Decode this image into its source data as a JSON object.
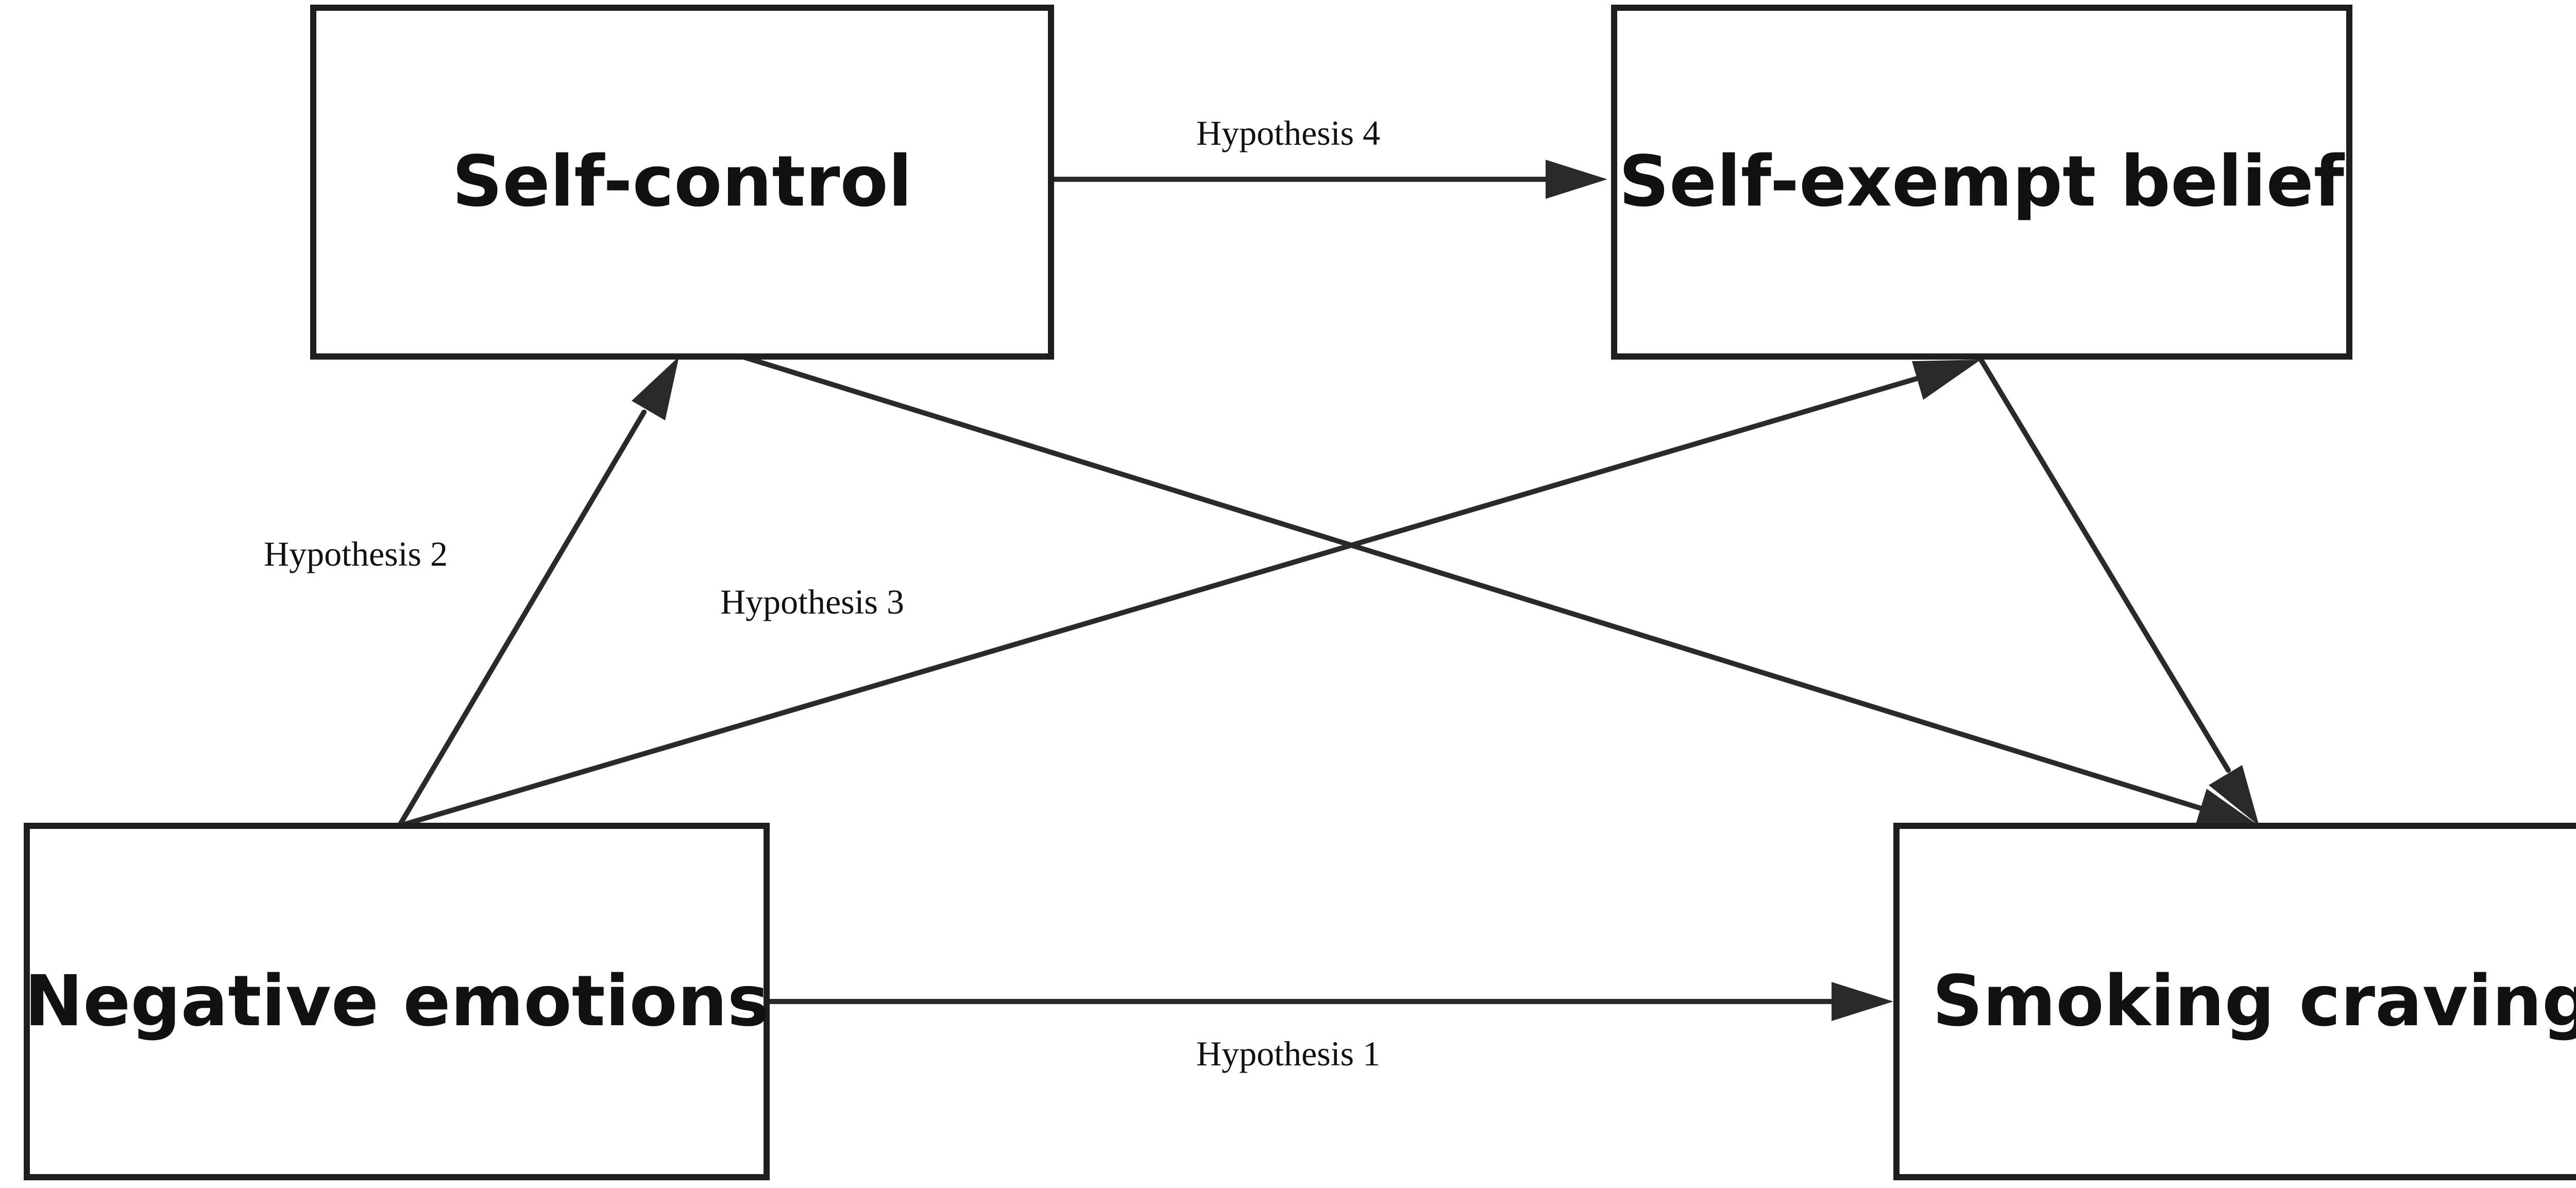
{
  "nodes": {
    "self_control": {
      "label": "Self-control"
    },
    "self_exempt_belief": {
      "label": "Self-exempt belief"
    },
    "negative_emotions": {
      "label": "Negative emotions"
    },
    "smoking_craving": {
      "label": "Smoking craving"
    }
  },
  "edges": {
    "h1": {
      "label": "Hypothesis 1",
      "from": "Negative emotions",
      "to": "Smoking craving"
    },
    "h2": {
      "label": "Hypothesis 2",
      "from": "Negative emotions",
      "to": "Self-control"
    },
    "h3": {
      "label": "Hypothesis 3",
      "from": "Negative emotions",
      "to": "Self-exempt belief"
    },
    "h4": {
      "label": "Hypothesis 4",
      "from": "Self-control",
      "to": "Self-exempt belief"
    },
    "sc_to_craving": {
      "label": "",
      "from": "Self-control",
      "to": "Smoking craving"
    },
    "seb_to_craving": {
      "label": "",
      "from": "Self-exempt belief",
      "to": "Smoking craving"
    }
  },
  "colors": {
    "line": "#2a2a2a",
    "box_border": "#1e1e1e",
    "text": "#111111",
    "background": "#ffffff"
  }
}
